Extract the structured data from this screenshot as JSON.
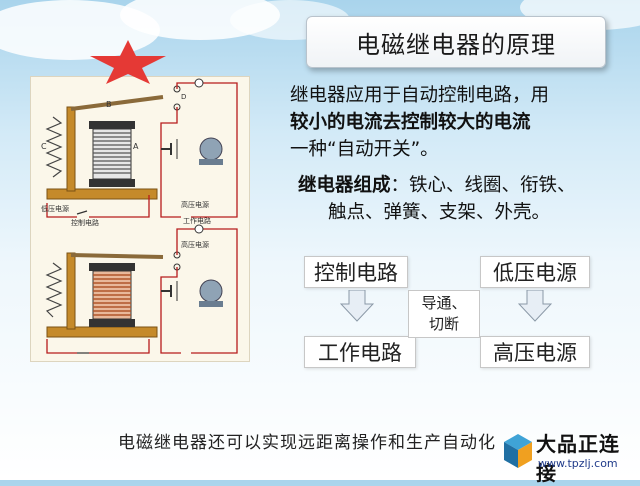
{
  "title": "电磁继电器的原理",
  "paragraph": {
    "part1": "继电器应用于自动控制电路，用",
    "bold": "较小的电流去控制较大的电流",
    "part2": "一种“自动开关”。"
  },
  "composition": {
    "label": "继电器组成",
    "line1": "：铁心、线圈、衔铁、",
    "line2": "触点、弹簧、支架、外壳。"
  },
  "flow": {
    "control_circuit": "控制电路",
    "work_circuit": "工作电路",
    "low_voltage": "低压电源",
    "high_voltage": "高压电源",
    "middle_line1": "导通、",
    "middle_line2": "切断"
  },
  "diagram": {
    "top_labels": {
      "a": "A",
      "b": "B",
      "c": "C",
      "d": "D",
      "low_voltage_source": "低压电源",
      "control_circuit": "控制电路",
      "high_voltage_source": "高压电源",
      "work_circuit": "工作电路"
    },
    "bottom_labels": {
      "high_voltage_source": "高压电源"
    }
  },
  "footer": "电磁继电器还可以实现远距离操作和生产自动化",
  "watermark": {
    "name": "大品正连接",
    "url": "www.tpzlj.com"
  },
  "colors": {
    "star": "#e53935",
    "wire": "#b71c1c",
    "frame": "#c58a2a",
    "coil_top": "#4a4a4a",
    "coil_bottom": "#c4703f"
  }
}
